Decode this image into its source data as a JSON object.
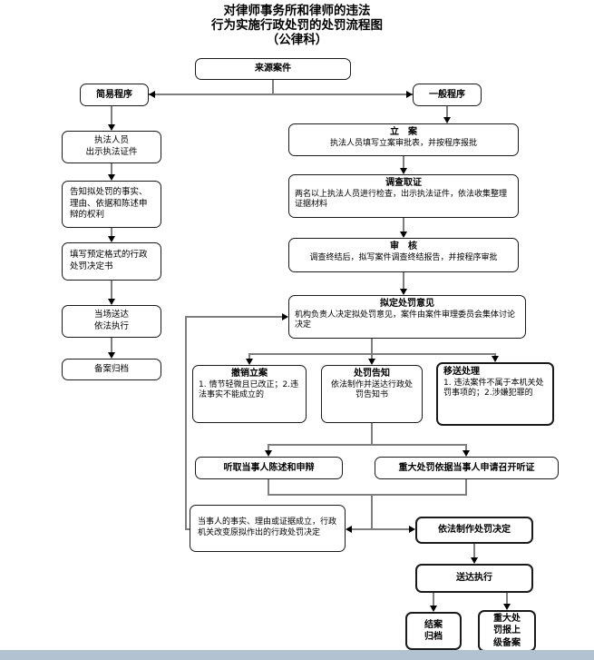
{
  "title": {
    "lines": [
      "对律师事务所和律师的违法",
      "行为实施行政处罚的处罚流程图",
      "（公律科）"
    ]
  },
  "nodes": {
    "source_case": {
      "label": "来源案件"
    },
    "simple_procedure": {
      "label": "简易程序"
    },
    "general_procedure": {
      "label": "一般程序"
    },
    "show_credentials": {
      "label": "执法人员\n出示执法证件"
    },
    "inform_rights": {
      "label": "告知拟处罚的事实、\n理由、依据和陈述申\n辩的权利"
    },
    "fill_decision": {
      "label": "填写预定格式的行政\n处罚决定书"
    },
    "deliver_onsite": {
      "label": "当场送达\n依法执行"
    },
    "file_record": {
      "label": "备案归档"
    },
    "case_filing": {
      "title": "立　案",
      "body": "执法人员填写立案审批表，并按程序报批"
    },
    "investigation": {
      "title": "调查取证",
      "body": "两名以上执法人员进行检查，出示执法证件，依法收集整理证据材料"
    },
    "review": {
      "title": "审　核",
      "body": "调查终结后，拟写案件调查终结报告，并按程序审批"
    },
    "draft_opinion": {
      "title": "拟定处罚意见",
      "body": "机构负责人决定拟处罚意见，案件由案件审理委员会集体讨论决定"
    },
    "withdraw_filing": {
      "title": "撤销立案",
      "body": "1. 情节轻微且已改正；2.违法事实不能成立的"
    },
    "penalty_notice": {
      "title": "处罚告知",
      "body": "依法制作并送达行政处罚告知书"
    },
    "transfer": {
      "title": "移送处理",
      "body": "1. 违法案件不属于本机关处罚事项的；2.涉嫌犯罪的"
    },
    "hear_statement": {
      "label": "听取当事人陈述和申辩"
    },
    "hearing": {
      "label": "重大处罚依据当事人申请召开听证"
    },
    "party_facts": {
      "label": "当事人的事实、理由或证据成立，行政机关改变原拟作出的行政处罚决定"
    },
    "make_decision": {
      "label": "依法制作处罚决定"
    },
    "deliver_execute": {
      "label": "送达执行"
    },
    "close_case": {
      "label": "结案\n归档"
    },
    "major_report": {
      "label": "重大处\n罚报上\n级备案"
    }
  }
}
